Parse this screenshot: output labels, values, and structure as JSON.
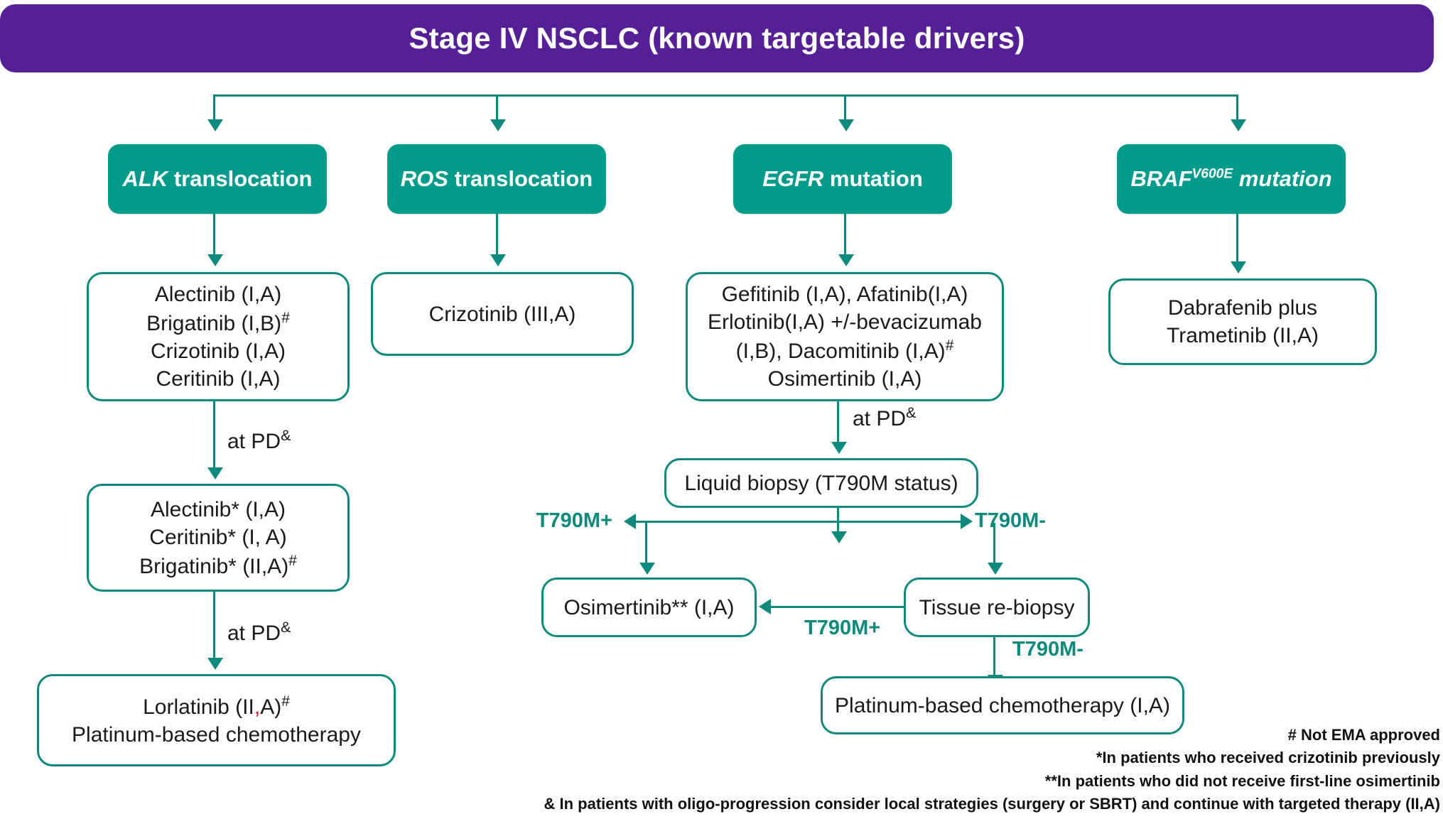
{
  "banner": {
    "title": "Stage IV NSCLC (known targetable drivers)",
    "color": "#552095"
  },
  "theme": {
    "teal_fill": "#009B8A",
    "teal_line": "#0E8A7D",
    "accent_red": "#E8112D",
    "text": "#1a1a1a"
  },
  "drivers": [
    {
      "id": "alk",
      "gene": "ALK",
      "rest": " translocation",
      "superscript": ""
    },
    {
      "id": "ros",
      "gene": "ROS",
      "rest": " translocation",
      "superscript": ""
    },
    {
      "id": "egfr",
      "gene": "EGFR",
      "rest": " mutation",
      "superscript": ""
    },
    {
      "id": "braf",
      "gene": "BRAF",
      "rest": " mutation",
      "superscript": "V600E"
    }
  ],
  "nodes": {
    "alk_first_line": {
      "lines": [
        "Alectinib  (I,A)",
        "Brigatinib (I,B)#",
        "Crizotinib (I,A)",
        "Ceritinib (I,A)"
      ]
    },
    "alk_second_line": {
      "lines": [
        "Alectinib*  (I,A)",
        "Ceritinib* (I, A)",
        "Brigatinib* (II,A)#"
      ]
    },
    "alk_third_line": {
      "lines": [
        "Lorlatinib (II,A)#",
        "Platinum-based chemotherapy"
      ]
    },
    "ros_first_line": {
      "lines": [
        "Crizotinib (III,A)"
      ]
    },
    "egfr_first_line": {
      "lines": [
        "Gefitinib (I,A), Afatinib(I,A)",
        "Erlotinib(I,A) +/-bevacizumab",
        "(I,B), Dacomitinib (I,A)#",
        "Osimertinib (I,A)"
      ]
    },
    "liquid_biopsy": {
      "lines": [
        "Liquid biopsy (T790M status)"
      ]
    },
    "osimertinib_second": {
      "lines": [
        "Osimertinib** (I,A)"
      ]
    },
    "tissue_rebiopsy": {
      "lines": [
        "Tissue re-biopsy"
      ]
    },
    "platinum_chemo": {
      "lines": [
        "Platinum-based chemotherapy (I,A)"
      ]
    },
    "braf_first_line": {
      "lines": [
        "Dabrafenib plus",
        "Trametinib (II,A)"
      ]
    }
  },
  "edge_labels": {
    "alk_pd_1": "at PD&",
    "alk_pd_2": "at PD&",
    "egfr_pd": "at PD&",
    "t790m_pos_liquid": "T790M+",
    "t790m_neg_liquid": "T790M-",
    "t790m_pos_tissue": "T790M+",
    "t790m_neg_tissue": "T790M-"
  },
  "footnotes": [
    "# Not EMA approved",
    "*In patients who received crizotinib previously",
    "**In patients who did not receive first-line osimertinib",
    "& In patients with oligo-progression consider local strategies (surgery or SBRT) and continue with  targeted therapy  (II,A)"
  ]
}
